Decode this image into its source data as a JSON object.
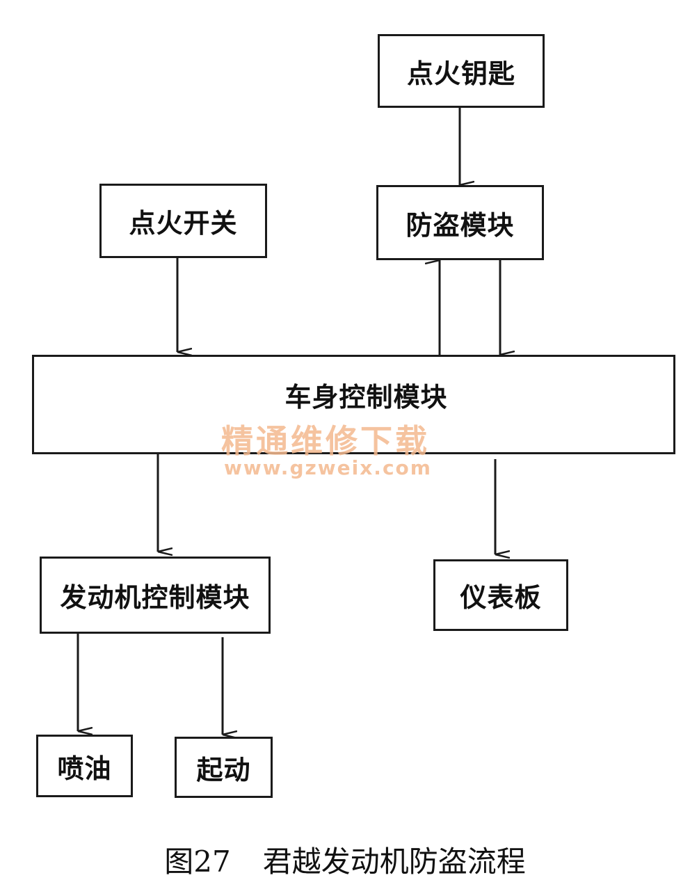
{
  "diagram": {
    "nodes": {
      "ignition_key": "点火钥匙",
      "ignition_switch": "点火开关",
      "antitheft_module": "防盗模块",
      "body_control_module": "车身控制模块",
      "engine_control_module": "发动机控制模块",
      "instrument_panel": "仪表板",
      "fuel_injection": "喷油",
      "start": "起动"
    },
    "edges": [
      {
        "from": "点火钥匙",
        "to": "防盗模块"
      },
      {
        "from": "点火开关",
        "to": "车身控制模块"
      },
      {
        "from": "车身控制模块",
        "to": "防盗模块"
      },
      {
        "from": "防盗模块",
        "to": "车身控制模块"
      },
      {
        "from": "车身控制模块",
        "to": "发动机控制模块"
      },
      {
        "from": "车身控制模块",
        "to": "仪表板"
      },
      {
        "from": "发动机控制模块",
        "to": "喷油"
      },
      {
        "from": "发动机控制模块",
        "to": "起动"
      }
    ]
  },
  "watermark": {
    "text": "精通维修下载",
    "url": "www.gzweix.com"
  },
  "caption": {
    "figure_number": "图27",
    "title": "君越发动机防盗流程"
  }
}
